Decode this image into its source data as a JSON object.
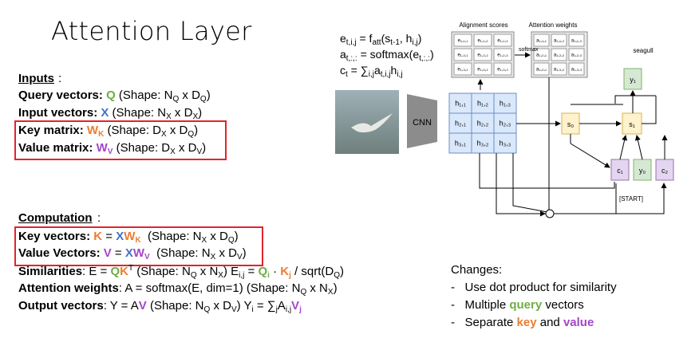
{
  "title": "Attention Layer",
  "inputs": {
    "heading": "Inputs",
    "heading_suffix": ":",
    "query": {
      "label": "Query vectors",
      "sym": "Q",
      "shape_pre": " (Shape: N",
      "s1": "Q",
      "mid": " x D",
      "s2": "Q",
      "end": ")"
    },
    "input": {
      "label": "Input vectors",
      "sym": "X",
      "shape_pre": " (Shape: N",
      "s1": "X",
      "mid": " x D",
      "s2": "X",
      "end": ")"
    },
    "key": {
      "label": "Key matrix",
      "sym": "W",
      "sym_sub": "K",
      "shape_pre": " (Shape: D",
      "s1": "X",
      "mid": " x D",
      "s2": "Q",
      "end": ")"
    },
    "value": {
      "label": "Value matrix",
      "sym": "W",
      "sym_sub": "V",
      "shape_pre": " (Shape: D",
      "s1": "X",
      "mid": " x D",
      "s2": "V",
      "end": ")"
    }
  },
  "computation": {
    "heading": "Computation",
    "heading_suffix": ":",
    "key_vectors": {
      "label": "Key vectors",
      "text": "K = XW",
      "sub": "K",
      "shape": "(Shape: N",
      "s1": "X",
      "mid": " x D",
      "s2": "Q",
      "end": ")"
    },
    "value_vectors": {
      "label": "Value Vectors",
      "text": "V = XW",
      "sub": "V",
      "shape": "(Shape: N",
      "s1": "X",
      "mid": " x D",
      "s2": "V",
      "end": ")"
    },
    "similarities": {
      "label": "Similarities",
      "text": ": E = QK",
      "sup": "T",
      "shape": " (Shape: N",
      "s1": "Q",
      "mid": " x N",
      "s2": "X",
      "end": ") E",
      "eij": "i,j",
      "eq": " = Q",
      "qi": "i",
      "dot": " · K",
      "kj": "j",
      "tail": " / sqrt(D",
      "dq": "Q",
      "close": ")"
    },
    "attention_weights": {
      "label": "Attention weights",
      "text": ": A = softmax(E, dim=1)  (Shape: N",
      "s1": "Q",
      "mid": " x N",
      "s2": "X",
      "end": ")"
    },
    "output_vectors": {
      "label": "Output vectors",
      "text": ": Y = AV (Shape: N",
      "s1": "Q",
      "mid": " x D",
      "s2": "V",
      "end": ") Y",
      "yi": "i",
      "eq": " = ∑",
      "j": "j",
      "a": "A",
      "aij": "i,j",
      "v": "V",
      "vj": "j"
    }
  },
  "formulas": {
    "e": {
      "lhs": "e",
      "lsub": "t,i,j",
      "eq": " = f",
      "fsub": "att",
      "args": "(s",
      "ssub": "t-1",
      "comma": ", h",
      "hsub": "i,j",
      "end": ")"
    },
    "a": {
      "lhs": "a",
      "lsub": "t,:,:",
      "eq": " = softmax(e",
      "esub": "t,:,:",
      "end": ")"
    },
    "c": {
      "lhs": "c",
      "lsub": "t",
      "eq": " = ∑",
      "ssub": "i,j",
      "mid": "a",
      "asub": "t,i,j",
      "h": "h",
      "hsub": "i,j"
    }
  },
  "diagram": {
    "alignment_scores": "Alignment scores",
    "attention_weights": "Attention weights",
    "softmax": "softmax",
    "seagull": "seagull",
    "cnn": "CNN",
    "start": "[START]",
    "grid_cells": [
      "e₁,₁,₁",
      "e₁,₁,₂",
      "e₁,₁,₃",
      "e₁,₂,₁",
      "e₁,₂,₂",
      "e₁,₂,₃",
      "e₁,₃,₁",
      "e₁,₃,₂",
      "e₁,₃,₃"
    ],
    "weight_cells": [
      "a₁,₁,₁",
      "a₁,₁,₂",
      "a₁,₁,₃",
      "a₁,₂,₁",
      "a₁,₂,₂",
      "a₁,₂,₃",
      "a₁,₃,₁",
      "a₁,₃,₂",
      "a₁,₃,₃"
    ],
    "h_cells": [
      "h₁,₁",
      "h₁,₂",
      "h₁,₃",
      "h₂,₁",
      "h₂,₂",
      "h₂,₃",
      "h₃,₁",
      "h₃,₂",
      "h₃,₃"
    ],
    "s0": "s₀",
    "s1": "s₁",
    "y1": "y₁",
    "y0": "y₀",
    "c1": "c₁",
    "c2": "c₂"
  },
  "changes": {
    "heading": "Changes:",
    "items": [
      {
        "pre": "Use dot product for similarity"
      },
      {
        "pre": "Multiple ",
        "hl": "query",
        "post": " vectors"
      },
      {
        "pre": "Separate ",
        "hl1": "key",
        "mid": " and ",
        "hl2": "value"
      }
    ]
  },
  "colors": {
    "green": "#70ad47",
    "blue": "#4472c4",
    "orange": "#ed7d31",
    "purple": "#a347c8",
    "red": "#e0242c"
  }
}
